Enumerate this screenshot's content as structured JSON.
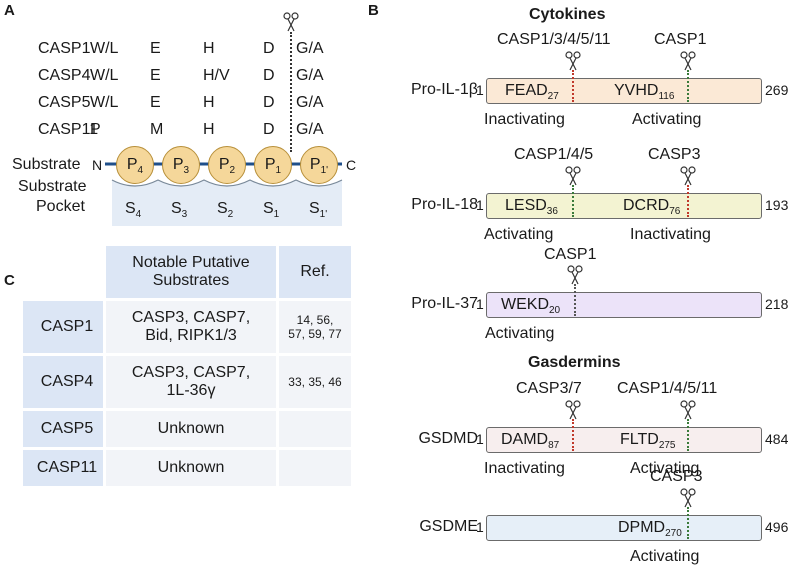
{
  "panel_a": {
    "letter": "A",
    "rows": [
      {
        "enzyme": "CASP1",
        "p4": "W/L",
        "p3": "E",
        "p2": "H",
        "p1": "D",
        "p1p": "G/A"
      },
      {
        "enzyme": "CASP4",
        "p4": "W/L",
        "p3": "E",
        "p2": "H/V",
        "p1": "D",
        "p1p": "G/A"
      },
      {
        "enzyme": "CASP5",
        "p4": "W/L",
        "p3": "E",
        "p2": "H",
        "p1": "D",
        "p1p": "G/A"
      },
      {
        "enzyme": "CASP11",
        "p4": "P",
        "p3": "M",
        "p2": "H",
        "p1": "D",
        "p1p": "G/A"
      }
    ],
    "substrate_label": "Substrate",
    "n_term": "N",
    "c_term": "C",
    "pocket_label_1": "Substrate",
    "pocket_label_2": "Pocket",
    "positions": [
      "P4",
      "P3",
      "P2",
      "P1",
      "P1'"
    ],
    "pockets": [
      "S4",
      "S3",
      "S2",
      "S1",
      "S1'"
    ]
  },
  "panel_b": {
    "letter": "B",
    "cytokines_title": "Cytokines",
    "gasdermins_title": "Gasdermins",
    "proteins": [
      {
        "name": "Pro-IL-1β",
        "start": "1",
        "end": "269",
        "color": "#fbe9d6",
        "top_labels": [
          "CASP1/3/4/5/11",
          "CASP1"
        ],
        "sites": [
          "FEAD",
          "YVHD"
        ],
        "site_nums": [
          "27",
          "116"
        ],
        "effects": [
          "Inactivating",
          "Activating"
        ]
      },
      {
        "name": "Pro-IL-18",
        "start": "1",
        "end": "193",
        "color": "#f3f3d2",
        "top_labels": [
          "CASP1/4/5",
          "CASP3"
        ],
        "sites": [
          "LESD",
          "DCRD"
        ],
        "site_nums": [
          "36",
          "76"
        ],
        "effects": [
          "Activating",
          "Inactivating"
        ]
      },
      {
        "name": "Pro-IL-37",
        "start": "1",
        "end": "218",
        "color": "#ece3f9",
        "top_labels": [
          "CASP1"
        ],
        "sites": [
          "WEKD"
        ],
        "site_nums": [
          "20"
        ],
        "effects": [
          "Activating"
        ]
      },
      {
        "name": "GSDMD",
        "start": "1",
        "end": "484",
        "color": "#f7eeee",
        "top_labels": [
          "CASP3/7",
          "CASP1/4/5/11"
        ],
        "sites": [
          "DAMD",
          "FLTD"
        ],
        "site_nums": [
          "87",
          "275"
        ],
        "effects": [
          "Inactivating",
          "Activating"
        ]
      },
      {
        "name": "GSDME",
        "start": "1",
        "end": "496",
        "color": "#e6eff8",
        "top_labels": [
          "CASP3"
        ],
        "sites": [
          "DPMD"
        ],
        "site_nums": [
          "270"
        ],
        "effects": [
          "Activating"
        ]
      }
    ]
  },
  "panel_c": {
    "letter": "C",
    "headers": [
      "Notable Putative",
      "Substrates",
      "Ref."
    ],
    "rows": [
      {
        "enzyme": "CASP1",
        "sub1": "CASP3, CASP7,",
        "sub2": "Bid, RIPK1/3",
        "ref1": "14, 56,",
        "ref2": "57, 59, 77"
      },
      {
        "enzyme": "CASP4",
        "sub1": "CASP3, CASP7,",
        "sub2": "1L-36γ",
        "ref1": "33, 35, 46",
        "ref2": ""
      },
      {
        "enzyme": "CASP5",
        "sub1": "Unknown",
        "sub2": "",
        "ref1": "",
        "ref2": ""
      },
      {
        "enzyme": "CASP11",
        "sub1": "Unknown",
        "sub2": "",
        "ref1": "",
        "ref2": ""
      }
    ]
  },
  "colors": {
    "activating_line": "#3a7a3a",
    "inactivating_line": "#c0392b",
    "bead_fill": "#f5d79a",
    "bead_stroke": "#b8903a",
    "backbone": "#1f4f8a",
    "pocket_fill": "#e4ecf6"
  },
  "icons": {
    "cleavage": "scissors-icon"
  }
}
